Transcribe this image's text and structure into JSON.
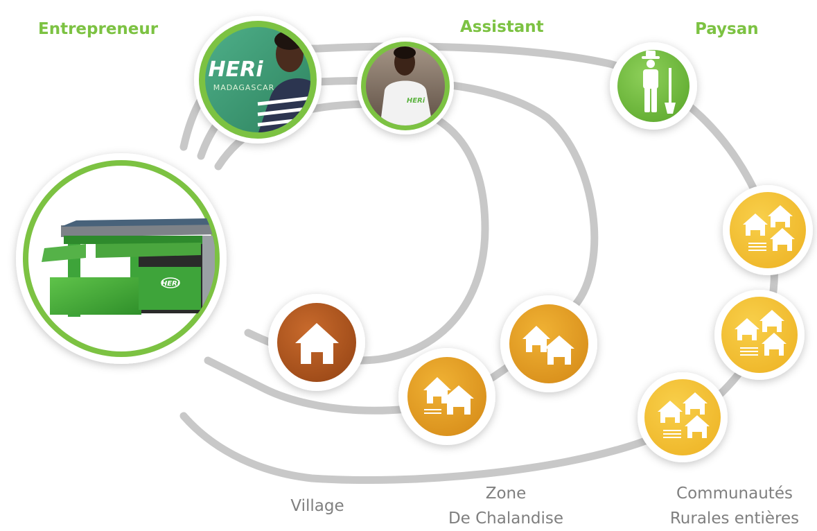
{
  "roles": {
    "entrepreneur": "Entrepreneur",
    "assistant": "Assistant",
    "paysan": "Paysan"
  },
  "zones": {
    "village": "Village",
    "zone_line1": "Zone",
    "zone_line2": "De Chalandise",
    "communautes_line1": "Communautés",
    "communautes_line2": "Rurales entières"
  },
  "kiosk": {
    "brand": "HERi"
  },
  "photo_entrepreneur": {
    "brand": "HERi",
    "country": "MADAGASCAR"
  },
  "photo_assistant": {
    "shirt_text": "HERi"
  },
  "icons": {
    "village": "house-icon",
    "zone": "two-houses-icon",
    "communautes": "three-houses-icon",
    "paysan": "farmer-icon"
  },
  "colors": {
    "green": "#7cc242",
    "grey_ring": "#c8c8c8",
    "village_brown": "#b5571e",
    "zone_orange": "#e8a020",
    "communautes_yellow": "#f3c030",
    "label_grey": "#7f7f7f"
  }
}
